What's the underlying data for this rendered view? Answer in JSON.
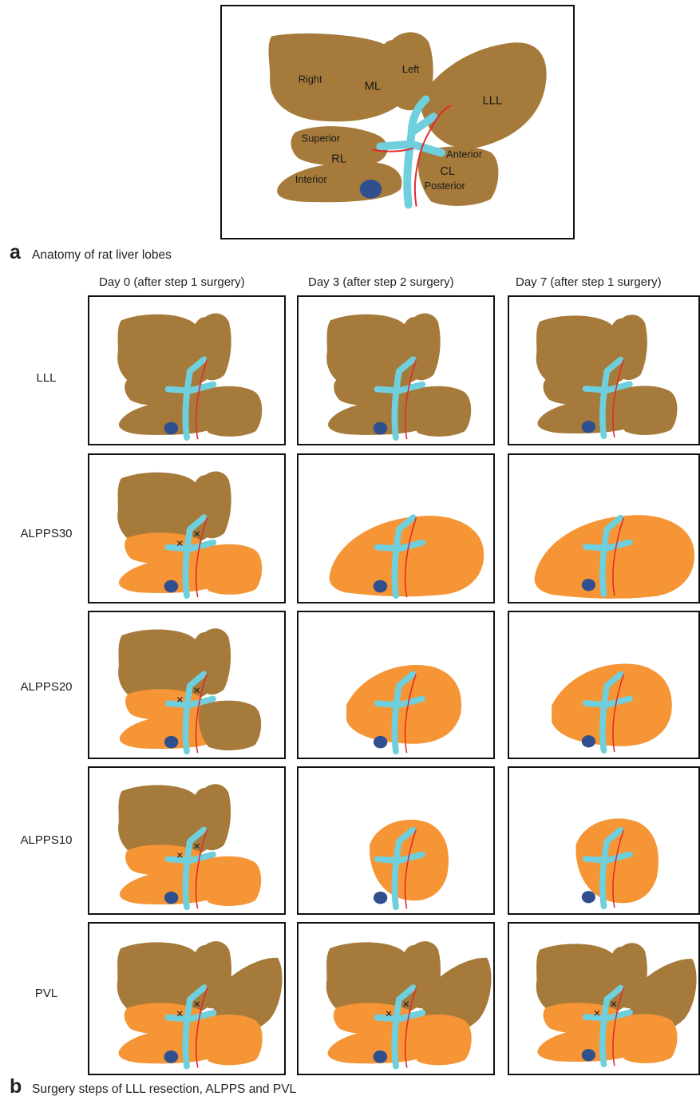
{
  "colors": {
    "lobe_brown": "#a57a3a",
    "lobe_orange": "#f59535",
    "portal_vein": "#6fcfdc",
    "artery": "#e12a2a",
    "ivc": "#2f4f8f",
    "frame": "#111111"
  },
  "panel_a": {
    "letter": "a",
    "caption": "Anatomy of rat liver lobes",
    "labels": {
      "right": "Right",
      "ml": "ML",
      "left": "Left",
      "lll": "LLL",
      "superior": "Superior",
      "rl": "RL",
      "interior": "Interior",
      "anterior": "Anterior",
      "cl": "CL",
      "posterior": "Posterior"
    }
  },
  "panel_b": {
    "letter": "b",
    "caption": "Surgery steps of LLL resection, ALPPS and PVL",
    "columns": [
      "Day 0 (after step 1 surgery)",
      "Day 3 (after step 2 surgery)",
      "Day 7 (after step 1 surgery)"
    ],
    "rows": [
      {
        "label": "LLL",
        "cells": [
          {
            "hypertrophy": false,
            "stage": "lll-removed"
          },
          {
            "hypertrophy": false,
            "stage": "lll-removed"
          },
          {
            "hypertrophy": false,
            "stage": "lll-removed"
          }
        ]
      },
      {
        "label": "ALPPS30",
        "cells": [
          {
            "hypertrophy": true,
            "stage": "step1"
          },
          {
            "hypertrophy": true,
            "stage": "remnant-large"
          },
          {
            "hypertrophy": true,
            "stage": "remnant-large-grown"
          }
        ]
      },
      {
        "label": "ALPPS20",
        "cells": [
          {
            "hypertrophy": true,
            "stage": "step1"
          },
          {
            "hypertrophy": true,
            "stage": "remnant-medium"
          },
          {
            "hypertrophy": true,
            "stage": "remnant-medium-grown"
          }
        ]
      },
      {
        "label": "ALPPS10",
        "cells": [
          {
            "hypertrophy": true,
            "stage": "step1"
          },
          {
            "hypertrophy": true,
            "stage": "remnant-small"
          },
          {
            "hypertrophy": true,
            "stage": "remnant-small-grown"
          }
        ]
      },
      {
        "label": "PVL",
        "cells": [
          {
            "hypertrophy": true,
            "stage": "pvl"
          },
          {
            "hypertrophy": true,
            "stage": "pvl"
          },
          {
            "hypertrophy": true,
            "stage": "pvl"
          }
        ]
      }
    ]
  }
}
